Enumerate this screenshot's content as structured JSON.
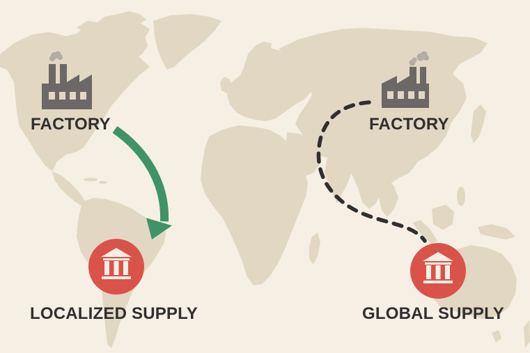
{
  "diagram": {
    "type": "supply-chain-map",
    "colors": {
      "background": "#f6efe3",
      "land": "#e2d7c3",
      "factory_icon": "#6b6866",
      "smoke": "#b3aca4",
      "supply_circle": "#d9534a",
      "supply_glyph": "#f6efe3",
      "local_arrow": "#3e9466",
      "global_route": "#2f2f2f",
      "label_text": "#2f2f2f"
    },
    "nodes": [
      {
        "id": "factory-americas",
        "kind": "factory",
        "icon": "factory-icon",
        "label": "FACTORY",
        "region": "North America"
      },
      {
        "id": "factory-asia",
        "kind": "factory",
        "icon": "factory-icon",
        "label": "FACTORY",
        "region": "Asia"
      },
      {
        "id": "supply-local",
        "kind": "supply",
        "icon": "bank-building-icon",
        "label": "LOCALIZED SUPPLY",
        "region": "South America"
      },
      {
        "id": "supply-global",
        "kind": "supply",
        "icon": "bank-building-icon",
        "label": "GLOBAL SUPPLY",
        "region": "Australia / Indonesia"
      }
    ],
    "edges": [
      {
        "from": "factory-americas",
        "to": "supply-local",
        "style": "solid-arrow",
        "color": "#3e9466"
      },
      {
        "from": "factory-asia",
        "to": "supply-global",
        "style": "dashed",
        "color": "#2f2f2f"
      }
    ]
  },
  "labels": {
    "factory_left": "FACTORY",
    "factory_right": "FACTORY",
    "supply_local": "LOCALIZED SUPPLY",
    "supply_global": "GLOBAL SUPPLY"
  }
}
